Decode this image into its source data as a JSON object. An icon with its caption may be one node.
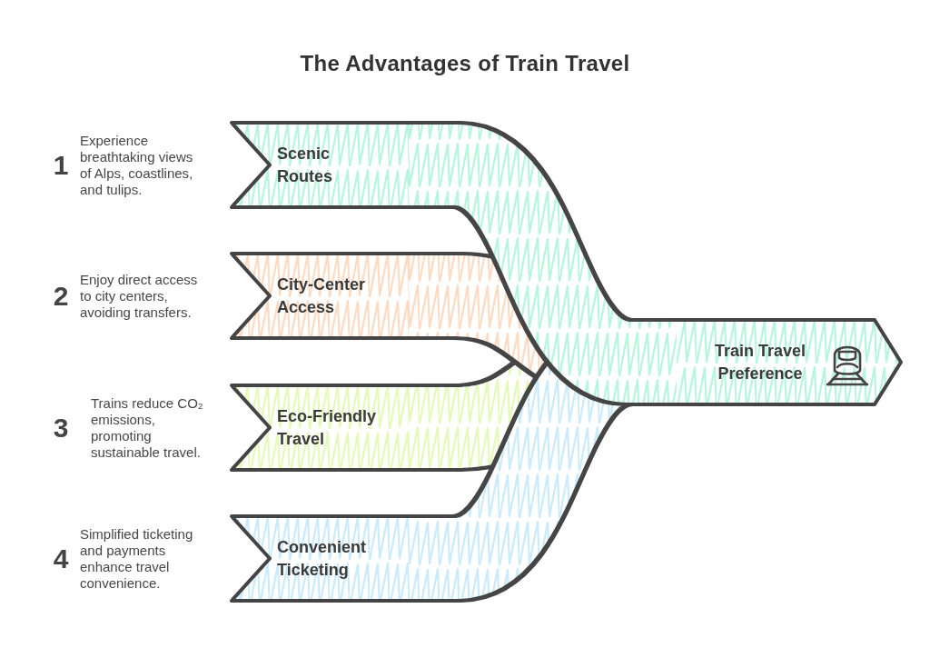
{
  "diagram": {
    "title": "The Advantages of Train Travel",
    "nodes": [
      {
        "text": [
          "Scenic Routes"
        ],
        "beside": [
          "1",
          "Experience breathtaking views of Alps, coastlines, and tulips."
        ]
      },
      {
        "text": [
          "City-Center Access"
        ],
        "beside": [
          "2",
          "Enjoy direct access to city centers, avoiding transfers."
        ]
      },
      {
        "text": [
          "Eco-Friendly Travel"
        ],
        "beside": [
          "3",
          "Trains reduce CO₂ emissions, promoting sustainable travel."
        ]
      },
      {
        "text": [
          "Convenient Ticketing"
        ],
        "beside": [
          "4",
          "Simplified ticketing and payments enhance travel convenience."
        ]
      },
      {
        "text": [
          "Train Travel Preference"
        ]
      }
    ],
    "edges": [
      {
        "from": 0,
        "to": 4,
        "arrow": "none"
      },
      {
        "from": 1,
        "to": 4,
        "arrow": "none"
      },
      {
        "from": 2,
        "to": 4,
        "arrow": "none"
      },
      {
        "from": 3,
        "to": 4,
        "arrow": "none"
      }
    ]
  }
}
